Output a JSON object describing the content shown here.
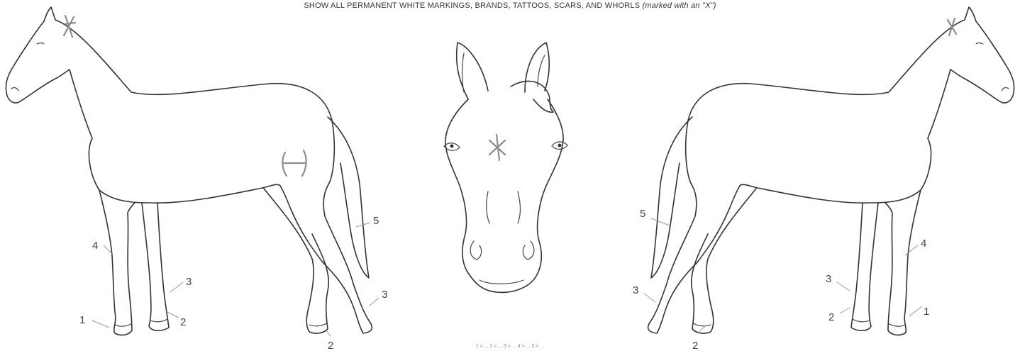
{
  "header": {
    "instruction": "SHOW ALL PERMANENT WHITE MARKINGS, BRANDS, TATTOOS, SCARS, AND WHORLS ",
    "instruction_note": "(marked with an \"X\")"
  },
  "legend_numbers": {
    "left_horse": [
      "4",
      "3",
      "1",
      "2",
      "5",
      "3",
      "2"
    ],
    "right_horse": [
      "5",
      "3",
      "2",
      "4",
      "3",
      "2",
      "1"
    ]
  },
  "footer": {
    "legend": "1 = ... 2 = ... 3 = ... 4 = ... 5 = ..."
  },
  "colors": {
    "outline": "#333333",
    "marking": "#8c8c8c"
  }
}
